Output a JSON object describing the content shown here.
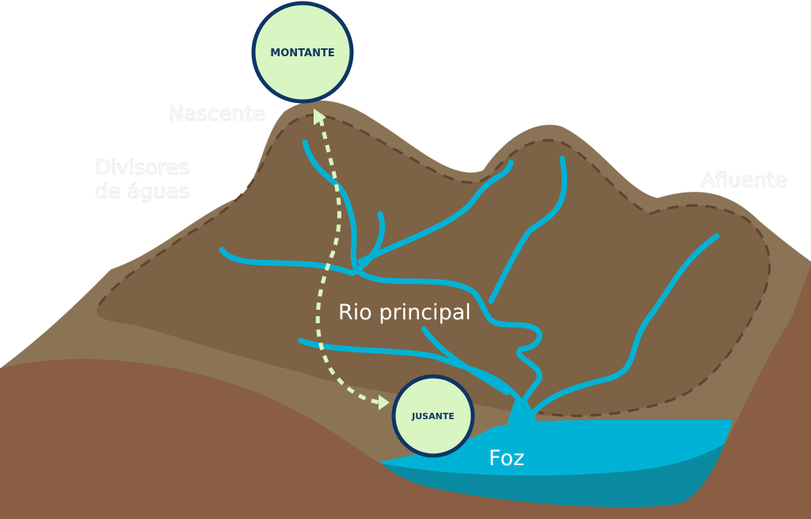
{
  "labels": {
    "montante": "MONTANTE",
    "jusante": "JUSANTE",
    "nascente": "Nascente",
    "divisores_line1": "Divisores",
    "divisores_line2": "de águas",
    "afluente": "Afluente",
    "rio_principal": "Rio principal",
    "foz": "Foz"
  },
  "colors": {
    "mountain_outer": "#8b7455",
    "mountain_inner": "#7d6245",
    "ground": "#8a5e44",
    "river": "#00b3d6",
    "water_deep": "#0a8aa0",
    "circle_fill": "#d8f5c2",
    "circle_border": "#0d3566",
    "arrow": "#d8f5c2",
    "divide_dash": "#5e4330"
  }
}
